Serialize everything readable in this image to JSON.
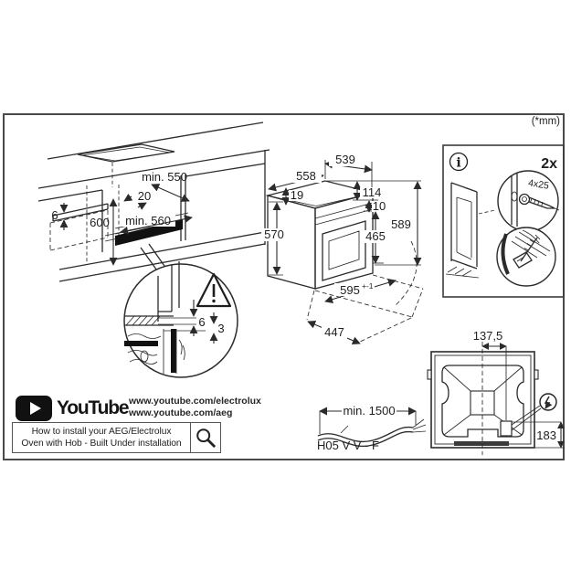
{
  "units_note": "(*mm)",
  "cabinet": {
    "height": "600",
    "niche_depth_top": "min. 550",
    "rail_offset": "20",
    "niche_depth_bottom": "min. 560",
    "front_gap": "6",
    "detail": {
      "gap_worktop": "6",
      "gap_panel": "3"
    }
  },
  "oven": {
    "width": "558",
    "depth": "539",
    "top_trim": "19",
    "clearance_top": "114",
    "clearance_gap": "10",
    "height_total": "589",
    "height_body": "570",
    "height_door": "465",
    "niche_width": "595",
    "niche_width_tolerance": "+-1",
    "depth_floor": "447"
  },
  "hardware": {
    "info_symbol": "i",
    "quantity": "2x",
    "screw_size": "4x25"
  },
  "back_view": {
    "center_offset": "137,5",
    "bottom_offset": "183"
  },
  "cable": {
    "min_length": "min. 1500",
    "cable_type": "H05 V V - F"
  },
  "youtube": {
    "brand": "YouTube",
    "url_electrolux": "www.youtube.com/electrolux",
    "url_aeg": "www.youtube.com/aeg",
    "title_line1": "How to install your AEG/Electrolux",
    "title_line2": "Oven with Hob - Built Under installation"
  },
  "colors": {
    "line": "#2b2b2b",
    "frame": "#4a4a4a",
    "black": "#111111",
    "background": "#ffffff"
  }
}
